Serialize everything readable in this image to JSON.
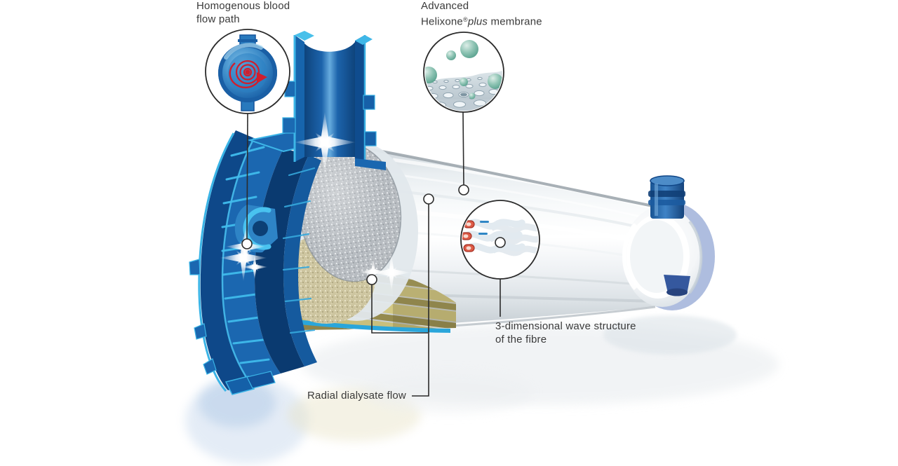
{
  "labels": {
    "blood_flow": {
      "line1": "Homogenous blood",
      "line2": "flow path"
    },
    "membrane": {
      "line1": "Advanced",
      "brand": "Helixone",
      "reg": "®",
      "variant": "plus",
      "suffix": " membrane"
    },
    "wave": {
      "line1": "3-dimensional wave structure",
      "line2": "of the fibre"
    },
    "dialysate": {
      "label": "Radial dialysate flow"
    }
  },
  "icons": {
    "blood_flow": "spiral-flow-icon",
    "membrane": "membrane-pores-icon",
    "wave": "wavy-fibres-icon"
  },
  "colors": {
    "background": "#ffffff",
    "text": "#3a3a3a",
    "leader_line": "#2b2b2b",
    "cap_blue": "#1b67b0",
    "cap_blue_dark": "#0b3e79",
    "cyan_highlight": "#3db6e8",
    "dialysate_yellow": "#cdc47f",
    "fiber_grey": "#b5babf",
    "sphere_teal": "#6fb4a2",
    "flow_red": "#cf1f2e",
    "right_port_blue": "#2c6cb4"
  }
}
